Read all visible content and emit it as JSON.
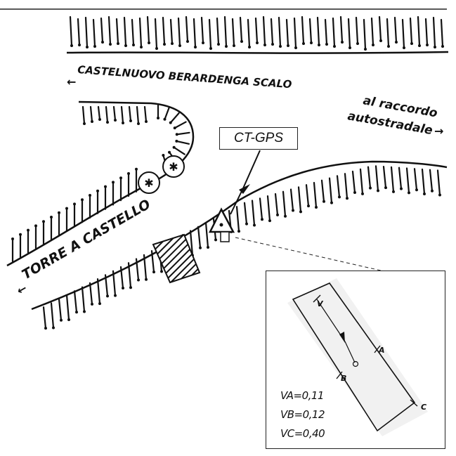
{
  "map": {
    "label_castelnuovo": "CASTELNUOVO BERARDENGA SCALO",
    "label_raccordo_line1": "al raccordo",
    "label_raccordo_line2": "autostradale",
    "label_torre": "TORRE A CASTELLO",
    "callout": "CT-GPS",
    "arrow_left_glyph": "←",
    "arrow_right_glyph": "→"
  },
  "inset": {
    "point_v": "V",
    "point_a": "A",
    "point_b": "B",
    "point_c": "C",
    "values": [
      "VA=0,11",
      "VB=0,12",
      "VC=0,40"
    ]
  },
  "icons": [
    "tree-icon",
    "station-triangle-icon",
    "building-hatch-icon"
  ]
}
